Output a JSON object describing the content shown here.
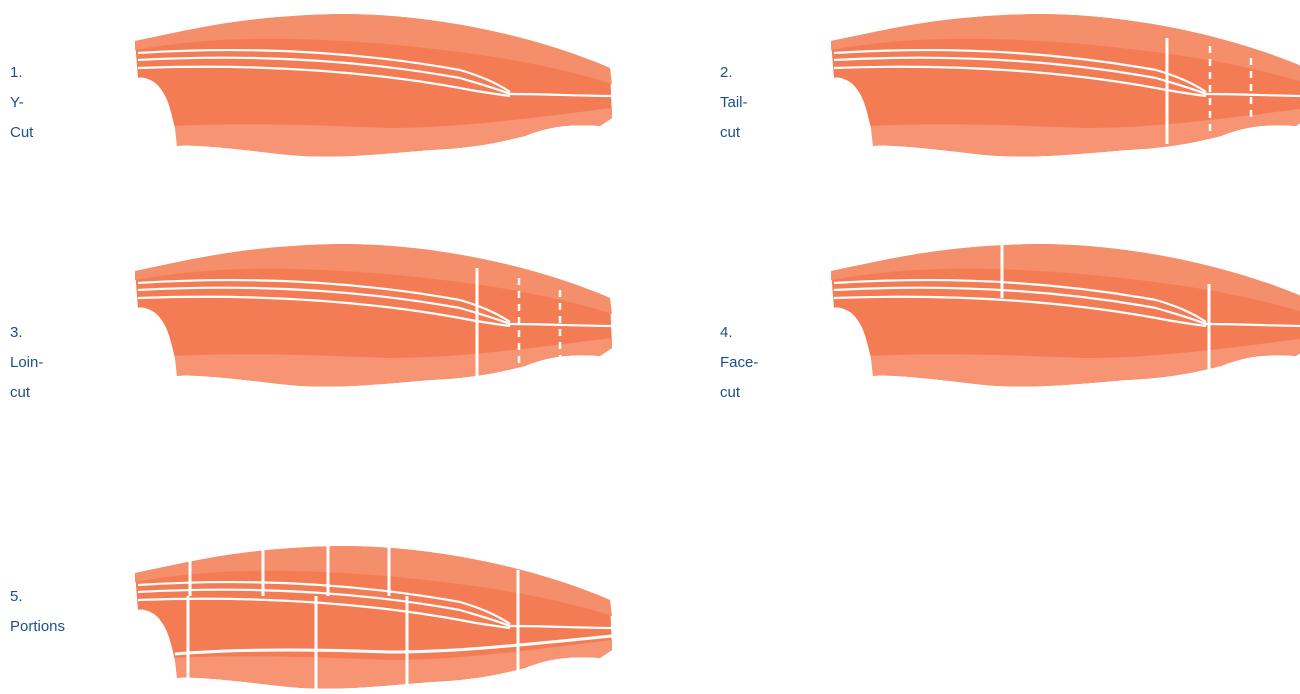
{
  "colors": {
    "flesh_dark": "#f47c55",
    "flesh_top": "#f58e6a",
    "flesh_belly": "#f69473",
    "cut_line": "#ffffff",
    "label_text": "#1d4f86"
  },
  "steps": [
    {
      "number": "1.",
      "name": "Y-Cut"
    },
    {
      "number": "2.",
      "name": "Tail-cut"
    },
    {
      "number": "3.",
      "name": "Loin-cut"
    },
    {
      "number": "4.",
      "name": "Face-cut"
    },
    {
      "number": "5.",
      "name": "Portions"
    }
  ]
}
